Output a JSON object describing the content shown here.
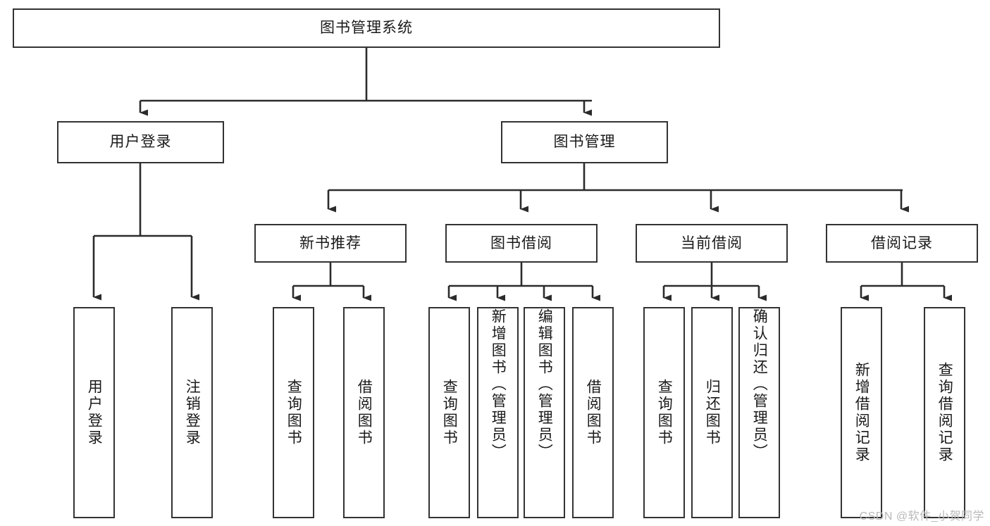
{
  "diagram": {
    "title": "图书管理系统",
    "type": "tree-hierarchy-chart",
    "root": {
      "label": "图书管理系统"
    },
    "level2": [
      {
        "label": "用户登录"
      },
      {
        "label": "图书管理"
      }
    ],
    "level3": [
      {
        "label": "新书推荐"
      },
      {
        "label": "图书借阅"
      },
      {
        "label": "当前借阅"
      },
      {
        "label": "借阅记录"
      }
    ],
    "leaves": {
      "user_login": [
        {
          "label": "用户登录"
        },
        {
          "label": "注销登录"
        }
      ],
      "new_book_recommend": [
        {
          "label": "查询图书"
        },
        {
          "label": "借阅图书"
        }
      ],
      "book_borrow": [
        {
          "label": "查询图书"
        },
        {
          "label": "新增图书（管理员）"
        },
        {
          "label": "编辑图书（管理员）"
        },
        {
          "label": "借阅图书"
        }
      ],
      "current_borrow": [
        {
          "label": "查询图书"
        },
        {
          "label": "归还图书"
        },
        {
          "label": "确认归还（管理员）"
        }
      ],
      "borrow_record": [
        {
          "label": "新增借阅记录"
        },
        {
          "label": "查询借阅记录"
        }
      ]
    }
  },
  "colors": {
    "border": "#333333",
    "background": "#ffffff",
    "text": "#1a1a1a",
    "watermark": "#b9b9b9"
  },
  "watermark": {
    "text": "CSDN @软件_小贺同学"
  }
}
